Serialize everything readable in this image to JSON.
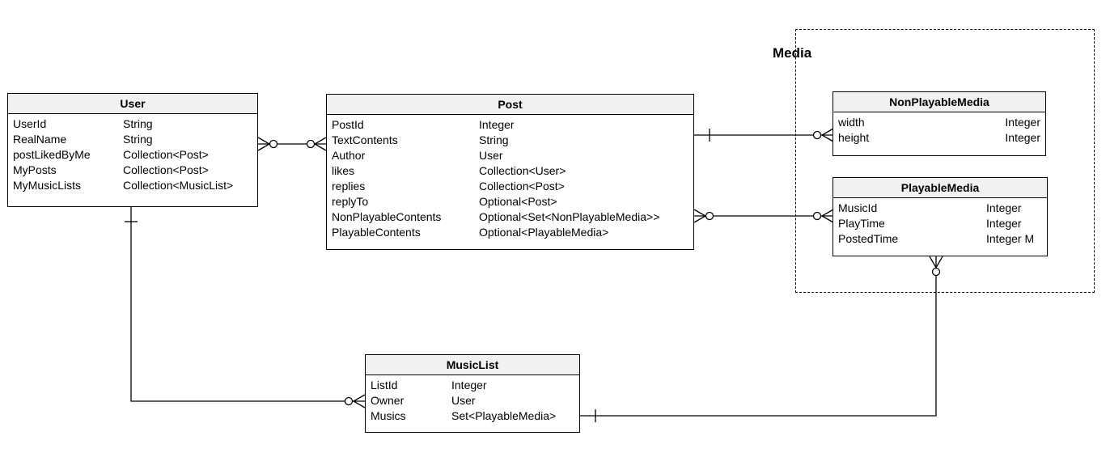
{
  "group": {
    "title": "Media"
  },
  "entities": {
    "user": {
      "title": "User",
      "attributes": [
        {
          "name": "UserId",
          "type": "String"
        },
        {
          "name": "RealName",
          "type": "String"
        },
        {
          "name": "postLikedByMe",
          "type": "Collection<Post>"
        },
        {
          "name": "MyPosts",
          "type": "Collection<Post>"
        },
        {
          "name": "MyMusicLists",
          "type": "Collection<MusicList>"
        }
      ]
    },
    "post": {
      "title": "Post",
      "attributes": [
        {
          "name": "PostId",
          "type": "Integer"
        },
        {
          "name": "TextContents",
          "type": "String"
        },
        {
          "name": "Author",
          "type": "User"
        },
        {
          "name": "likes",
          "type": "Collection<User>"
        },
        {
          "name": "replies",
          "type": "Collection<Post>"
        },
        {
          "name": "replyTo",
          "type": "Optional<Post>"
        },
        {
          "name": "NonPlayableContents",
          "type": "Optional<Set<NonPlayableMedia>>"
        },
        {
          "name": "PlayableContents",
          "type": "Optional<PlayableMedia>"
        }
      ]
    },
    "non_playable_media": {
      "title": "NonPlayableMedia",
      "attributes": [
        {
          "name": "width",
          "type": "Integer"
        },
        {
          "name": "height",
          "type": "Integer"
        }
      ]
    },
    "playable_media": {
      "title": "PlayableMedia",
      "attributes": [
        {
          "name": "MusicId",
          "type": "Integer"
        },
        {
          "name": "PlayTime",
          "type": "Integer"
        },
        {
          "name": "PostedTime",
          "type": "Integer M"
        }
      ]
    },
    "music_list": {
      "title": "MusicList",
      "attributes": [
        {
          "name": "ListId",
          "type": "Integer"
        },
        {
          "name": "Owner",
          "type": "User"
        },
        {
          "name": "Musics",
          "type": "Set<PlayableMedia>"
        }
      ]
    }
  },
  "relationships": [
    {
      "from": "User",
      "to": "Post",
      "from_end": "zero-or-many",
      "to_end": "zero-or-many"
    },
    {
      "from": "Post",
      "to": "NonPlayableMedia",
      "from_end": "one",
      "to_end": "zero-or-many"
    },
    {
      "from": "Post",
      "to": "PlayableMedia",
      "from_end": "zero-or-many",
      "to_end": "zero-or-many"
    },
    {
      "from": "User",
      "to": "MusicList",
      "from_end": "one",
      "to_end": "zero-or-many"
    },
    {
      "from": "MusicList",
      "to": "PlayableMedia",
      "from_end": "one",
      "to_end": "zero-or-many"
    }
  ]
}
